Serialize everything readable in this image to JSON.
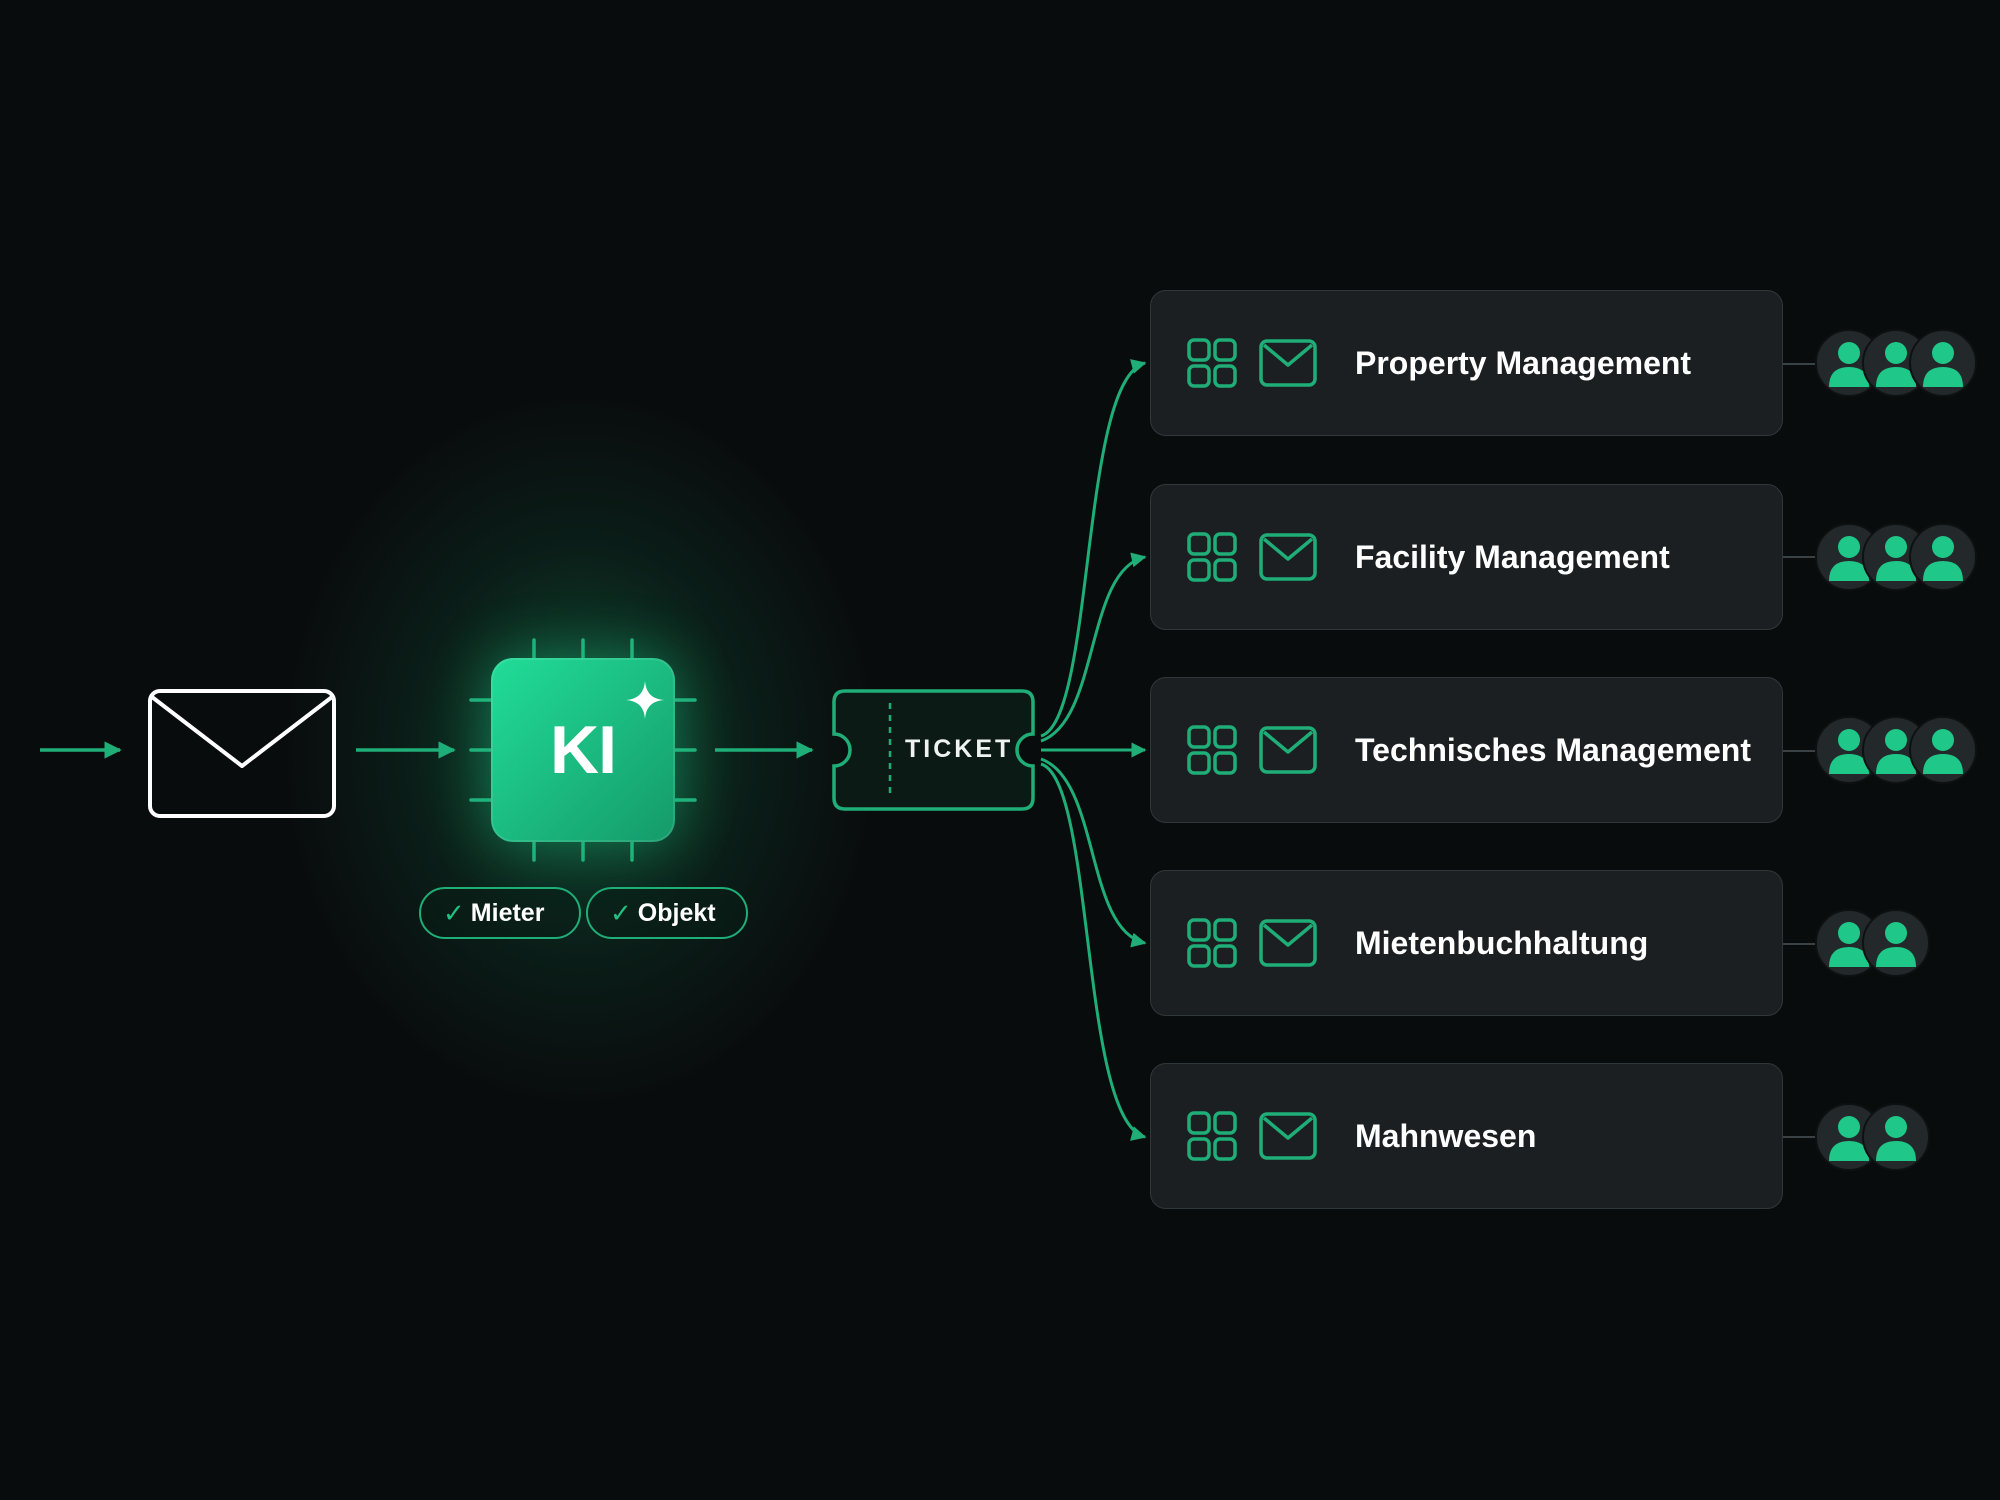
{
  "pipeline": {
    "input_icon": "envelope-icon",
    "ai_chip": {
      "label": "KI",
      "icon": "sparkle-icon",
      "color": "#1fc888"
    },
    "tags": [
      {
        "icon": "check-icon",
        "label": "Mieter"
      },
      {
        "icon": "check-icon",
        "label": "Objekt"
      }
    ],
    "ticket": {
      "label": "TICKET",
      "icon": "ticket-icon"
    }
  },
  "teams": [
    {
      "name": "Property Management",
      "icons": [
        "grid-icon",
        "mail-icon"
      ],
      "members": 3
    },
    {
      "name": "Facility Management",
      "icons": [
        "grid-icon",
        "mail-icon"
      ],
      "members": 3
    },
    {
      "name": "Technisches Management",
      "icons": [
        "grid-icon",
        "mail-icon"
      ],
      "members": 3
    },
    {
      "name": "Mietenbuchhaltung",
      "icons": [
        "grid-icon",
        "mail-icon"
      ],
      "members": 2
    },
    {
      "name": "Mahnwesen",
      "icons": [
        "grid-icon",
        "mail-icon"
      ],
      "members": 2
    }
  ],
  "colors": {
    "background": "#090c0d",
    "accent": "#1fae78",
    "card": "#1b1f21",
    "card_border": "#30373a"
  }
}
